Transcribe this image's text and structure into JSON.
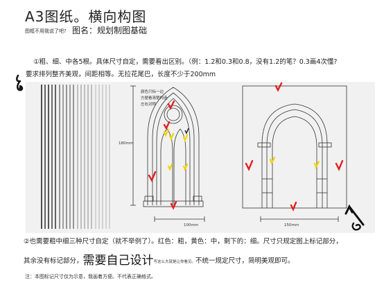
{
  "header": {
    "title": "A3图纸。横向构图",
    "note_small": "图框不用我说了吧?",
    "drawing_name": "图名：规划制图基础"
  },
  "requirements": {
    "line1": "①粗、细、中各5根。具体尺寸自定，需要看出区别。（例：1.2和0.3和0.8，没有1.2的笔？0.3画4次懂?",
    "line2": "要求排列整齐美观，间距相等。无拉花尾巴，长度不少于200mm"
  },
  "drawing": {
    "annotation_lines": [
      "颜色只标一边",
      "方便看清楚构造",
      "左右对称"
    ],
    "height_dim": "180mm",
    "width_dim_left": "100mm",
    "width_dim_right": "150mm"
  },
  "bottom": {
    "line1": "②也需要粗中细三种尺寸自定（就不举例了）。红色：粗，黄色：中，剩下的：细。尺寸只规定图上标记部分，",
    "line2_a": "其余没有标记部分，",
    "line2_big": "需要自己设计",
    "line2_small": "写这么大就是让你看见。",
    "line2_b": "不统一规定尺寸，简明美观即可。",
    "footnote": "注：本图标记尺寸仅为示意，我画着方便。不代表正确格式。"
  },
  "colors": {
    "red_mark": "#e02020",
    "yellow_mark": "#f2d400",
    "panel_bg": "#f1f1f1"
  }
}
